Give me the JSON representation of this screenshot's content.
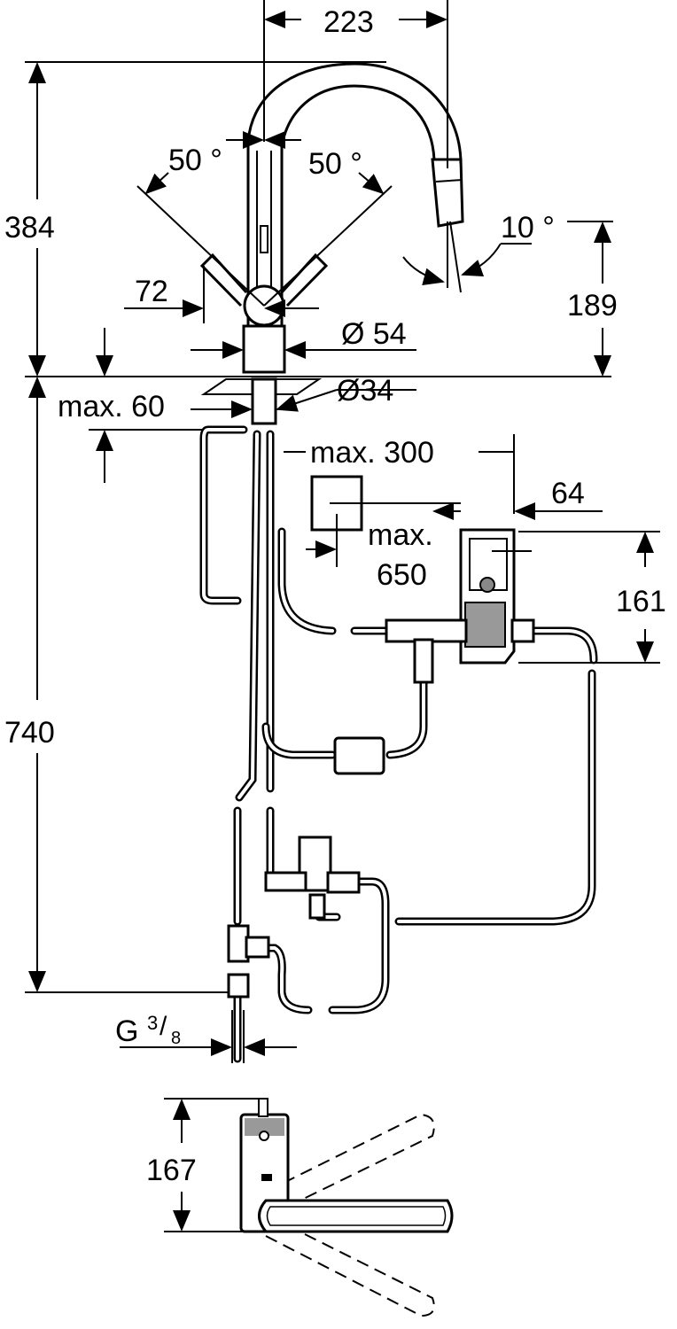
{
  "dimensions": {
    "spout_reach": "223",
    "height_above_deck": "384",
    "lever_angle_left": "50 °",
    "lever_angle_right": "50 °",
    "spray_angle": "10 °",
    "lever_length": "72",
    "outlet_height": "189",
    "base_diameter": "Ø 54",
    "hole_diameter": "Ø34",
    "max_deck_thickness": "max. 60",
    "max_distance_control_box": "max. 300",
    "control_box_depth": "64",
    "max_hose_line1": "max.",
    "max_hose_line2": "650",
    "control_box_height": "161",
    "below_deck_length": "740",
    "connection_thread_main": "G",
    "connection_thread_num": "3",
    "connection_thread_den": "8",
    "top_view_depth": "167"
  },
  "colors": {
    "line": "#000000",
    "background": "#ffffff"
  }
}
